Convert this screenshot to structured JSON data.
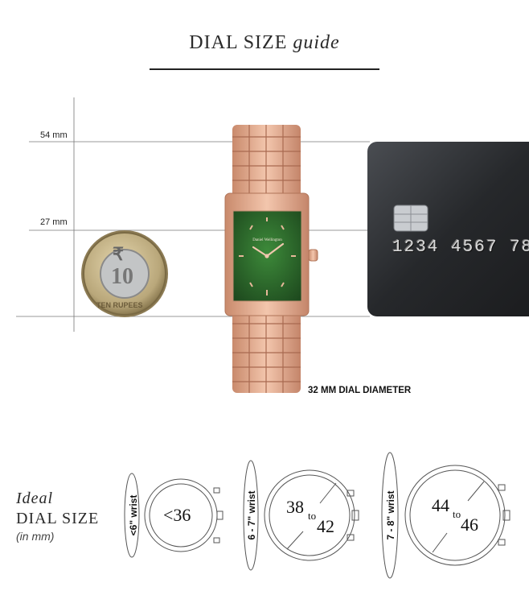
{
  "title": {
    "lead": "DIAL SIZE",
    "italic": "guide"
  },
  "measure_labels": {
    "top": "54 mm",
    "middle": "27 mm"
  },
  "coin": {
    "symbol": "₹",
    "value": "10",
    "text": "TEN RUPEES"
  },
  "card": {
    "number": "1234 4567 78"
  },
  "watch": {
    "brand": "Daniel Wellington",
    "dial_color": "#2f6b2d",
    "metal_color": "#e2a98c"
  },
  "dial_caption": "32 MM DIAL DIAMETER",
  "ideal": {
    "line1": "Ideal",
    "line2": "DIAL SIZE",
    "line3": "(in mm)"
  },
  "sizes": [
    {
      "wrist": "<6\" wrist",
      "text": "<36"
    },
    {
      "wrist": "6 - 7\" wrist",
      "top": "38",
      "to": "to",
      "bottom": "42"
    },
    {
      "wrist": "7 - 8\" wrist",
      "top": "44",
      "to": "to",
      "bottom": "46"
    }
  ]
}
